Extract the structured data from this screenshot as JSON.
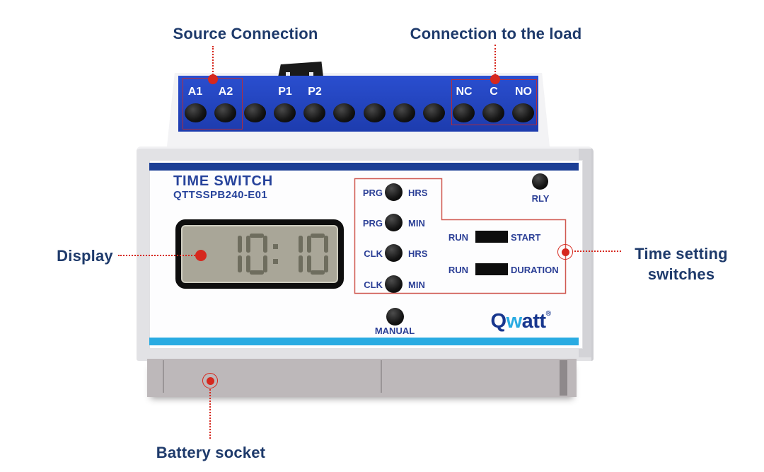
{
  "callouts": {
    "source_connection": {
      "label": "Source Connection"
    },
    "load_connection": {
      "label": "Connection to the load"
    },
    "display": {
      "label": "Display"
    },
    "time_setting": {
      "label": "Time setting switches"
    },
    "battery_socket": {
      "label": "Battery socket"
    }
  },
  "device": {
    "title": "TIME SWITCH",
    "model": "QTTSSPB240-E01",
    "terminal_count": 12,
    "terminal_labels": [
      "A1",
      "A2",
      "P1",
      "P2",
      "NC",
      "C",
      "NO"
    ],
    "display": {
      "value": "10:10"
    },
    "buttons": [
      {
        "left": "PRG",
        "right": "HRS"
      },
      {
        "left": "PRG",
        "right": "MIN"
      },
      {
        "left": "CLK",
        "right": "HRS"
      },
      {
        "left": "CLK",
        "right": "MIN"
      }
    ],
    "rly_label": "RLY",
    "switches": [
      {
        "left": "RUN",
        "right": "START"
      },
      {
        "left": "RUN",
        "right": "DURATION"
      }
    ],
    "manual_label": "MANUAL",
    "brand": {
      "q": "Q",
      "w": "w",
      "att": "att",
      "reg": "®"
    }
  },
  "colors": {
    "callout_text": "#1e3a6b",
    "accent_red": "#d6281e",
    "terminal_blue": "#2246c6",
    "stripe_navy": "#1c3f96",
    "stripe_cyan": "#29abe2",
    "device_text_blue": "#2b3f96",
    "lcd_background": "#a9a698",
    "lcd_segment": "#6e6d5e",
    "brand_navy": "#17368e",
    "brand_cyan": "#29abe2"
  }
}
